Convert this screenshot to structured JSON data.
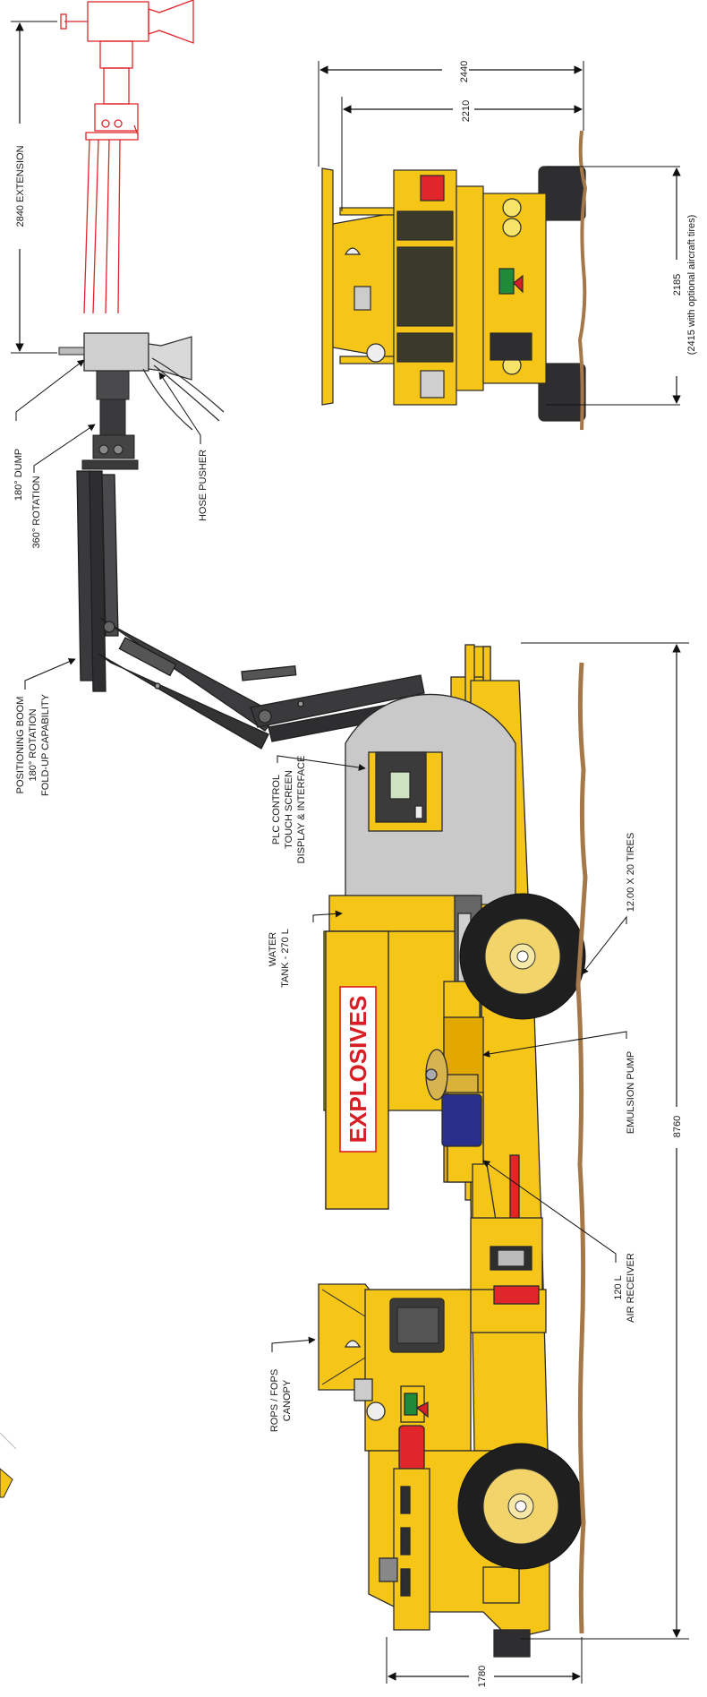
{
  "labels": {
    "extension": "2840 EXTENSION",
    "dump": "180° DUMP",
    "rotation": "360° ROTATION",
    "hose_pusher": "HOSE PUSHER",
    "boom_line1": "POSITIONING BOOM",
    "boom_line2": "180° ROTATION",
    "boom_line3": "FOLD-UP CAPABILITY",
    "plc_line1": "PLC CONTROL",
    "plc_line2": "TOUCH SCREEN",
    "plc_line3": "DISPLAY & INTERFACE",
    "water_line1": "WATER",
    "water_line2": "TANK - 270 L",
    "explosives": "EXPLOSIVES",
    "tires": "12.00 X 20 TIRES",
    "emulsion_pump": "EMULSION PUMP",
    "air_line1": "120 L",
    "air_line2": "AIR RECEIVER",
    "rops_line1": "ROPS / FOPS",
    "rops_line2": "CANOPY"
  },
  "dimensions": {
    "width_outer": "2440",
    "width_inner": "2210",
    "track": "2185",
    "track_note": "(2415 with optional aircraft tires)",
    "length": "8760",
    "height": "1780"
  },
  "colors": {
    "machine_yellow": "#f5c518",
    "outline": "#2a2a2a",
    "boom": "#3a3a3c",
    "extension_red": "#e0262b",
    "explosives_red": "#d81e25",
    "ground": "#a5784a",
    "tank_gray": "#c9c9c9",
    "pump_blue": "#2b2f8c"
  }
}
